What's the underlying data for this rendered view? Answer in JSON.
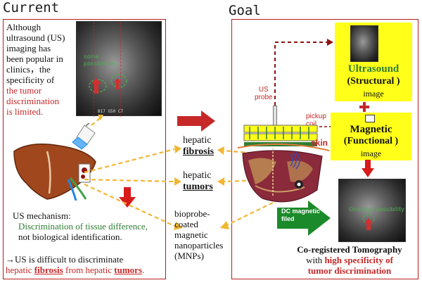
{
  "headers": {
    "current": "Current",
    "goal": "Goal"
  },
  "current": {
    "intro": {
      "l1": "Although",
      "l2": "ultrasound (US)",
      "l3": "imaging has",
      "l4": "been popular in",
      "l5": "clinics，the",
      "l6": "specificity of",
      "l7": "the tumor",
      "l8": "discrimination",
      "l9": "is limited."
    },
    "us_image_label": {
      "l1": "some",
      "l2": "possibilities"
    },
    "us_image_footer": "B17 G50 C7",
    "mechanism": {
      "title": "US mechanism:",
      "line1": "Discrimination of  tissue difference,",
      "line2": "not biological identification."
    },
    "conclusion": {
      "line1": "→US is difficult to discriminate",
      "part1": "hepatic ",
      "part2": "fibrosis",
      "part3": " from hepatic ",
      "part4": "tumors",
      "part5": "."
    }
  },
  "middle": {
    "fibrosis": {
      "l1": "hepatic",
      "l2": "fibrosis"
    },
    "tumors": {
      "l1": "hepatic",
      "l2": "tumors"
    },
    "mnp": {
      "l1": "bioprobe-",
      "l2": "coated",
      "l3": "magnetic",
      "l4": "nanoparticles",
      "l5": "(MNPs)"
    }
  },
  "goal": {
    "us_probe": {
      "l1": "US",
      "l2": "probe"
    },
    "pickup": {
      "l1": "pickup",
      "l2": "coil"
    },
    "skin": "skin",
    "dc_field": {
      "l1": "DC magnetic",
      "l2": "filed"
    },
    "ultrasound_box": {
      "title": "Ultrasound",
      "sub": "(Structural )",
      "unit": "image"
    },
    "magnetic_box": {
      "title": "Magnetic",
      "sub": "(Functional )",
      "unit": "image"
    },
    "result_image_label": "One high possibility",
    "coreg": {
      "line1": "Co-registered Tomography",
      "line2a": "with ",
      "line2b": "high specificity of",
      "line3": "tumor discrimination"
    }
  },
  "colors": {
    "frame": "#b71c1c",
    "highlight": "#ffff1a",
    "accent_red": "#c62828",
    "accent_green": "#2e7d32",
    "arrow_dashed": "#f2b632"
  }
}
